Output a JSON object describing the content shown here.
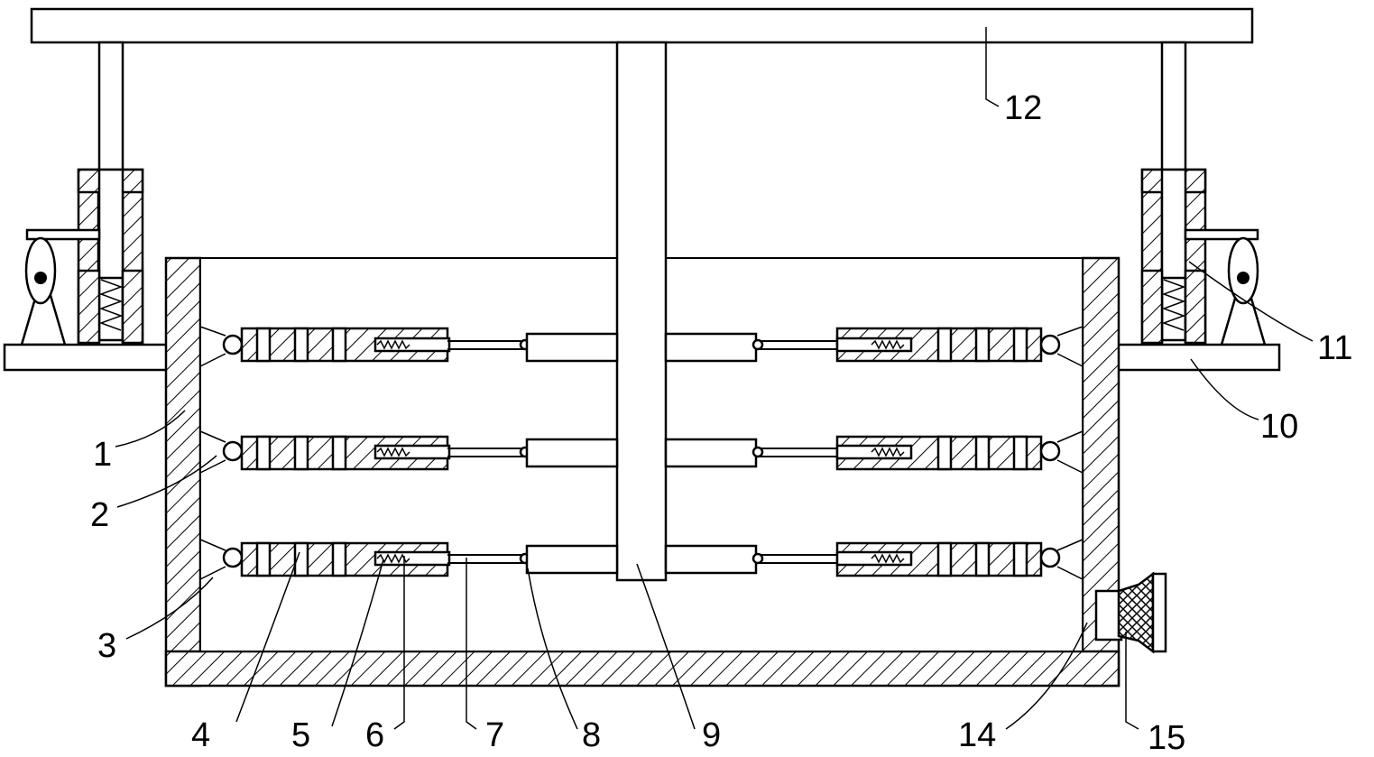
{
  "labels": {
    "l1": "1",
    "l2": "2",
    "l3": "3",
    "l4": "4",
    "l5": "5",
    "l6": "6",
    "l7": "7",
    "l8": "8",
    "l9": "9",
    "l10": "10",
    "l11": "11",
    "l12": "12",
    "l14": "14",
    "l15": "15"
  }
}
